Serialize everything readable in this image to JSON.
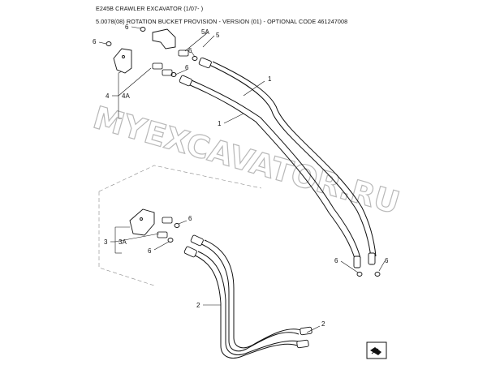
{
  "header": {
    "model_line": "E245B CRAWLER EXCAVATOR (1/07- )",
    "section_line": "5.0078(08) ROTATION BUCKET PROVISION - VERSION (01) - OPTIONAL CODE 461247008"
  },
  "watermark": "MYEXCAVATOR.RU",
  "callouts": {
    "c6a": "6",
    "c6b": "6",
    "c5a": "5A",
    "c5": "5",
    "c6c": "6",
    "c6d": "6",
    "c1a": "1",
    "c1b": "1",
    "c4": "4",
    "c4a": "4A",
    "c6e": "6",
    "c3": "3",
    "c3a": "3A",
    "c6f": "6",
    "c6g": "6",
    "c6h": "6",
    "c2a": "2",
    "c2b": "2"
  },
  "colors": {
    "line": "#111111",
    "watermark": "#bdbdbd"
  },
  "icons": {
    "corner": "navigation-page-icon"
  }
}
